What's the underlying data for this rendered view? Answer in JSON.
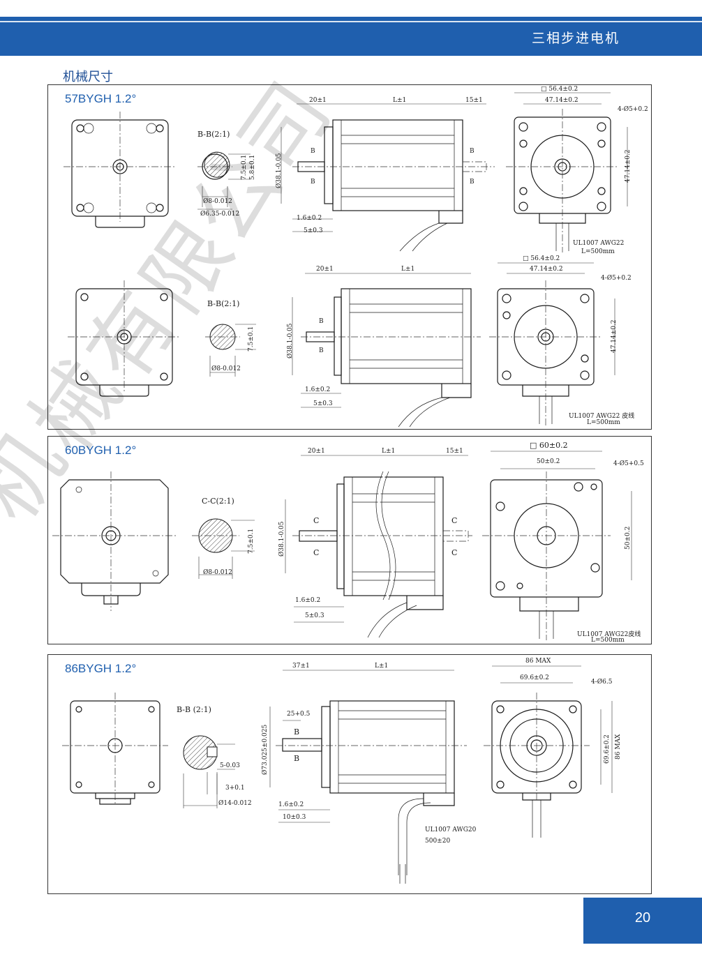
{
  "header": {
    "title": "三相步进电机"
  },
  "section": {
    "heading": "机械尺寸"
  },
  "watermark": [
    "机",
    "械",
    "有",
    "限",
    "公",
    "司"
  ],
  "page": {
    "number": "20"
  },
  "panels": [
    {
      "title": "57BYGH 1.2°",
      "labels": {
        "bb1": "B-B(2:1)",
        "bb2": "B-B(2:1)",
        "d1_7_5": "7.5±0.1",
        "d1_5_8": "5.8±0.1",
        "d1_8": "Ø8-0.012",
        "d1_635": "Ø6.35-0.012",
        "d2_7_5": "7.5±0.1",
        "d2_8": "Ø8-0.012",
        "s1_20": "20±1",
        "s1_L": "L±1",
        "s1_15": "15±1",
        "s1_dia": "Ø38.1-0.05",
        "s1_16": "1.6±0.2",
        "s1_5": "5±0.3",
        "s1_B": "B",
        "s2_20": "20±1",
        "s2_L": "L±1",
        "s2_dia": "Ø38.1-0.05",
        "s2_16": "1.6±0.2",
        "s2_5": "5±0.3",
        "s2_B": "B",
        "f1_sq": "□ 56.4±0.2",
        "f1_47": "47.14±0.2",
        "f1_47v": "47.14±0.2",
        "f1_holes": "4-Ø5+0.2",
        "f1_cable": "UL1007 AWG22",
        "f1_len": "L=500mm",
        "f2_sq": "□ 56.4±0.2",
        "f2_47": "47.14±0.2",
        "f2_47v": "47.14±0.2",
        "f2_holes": "4-Ø5+0.2",
        "f2_cable": "UL1007 AWG22 皮线",
        "f2_len": "L=500mm"
      }
    },
    {
      "title": "60BYGH 1.2°",
      "labels": {
        "cc": "C-C(2:1)",
        "d_7_5": "7.5±0.1",
        "d_8": "Ø8-0.012",
        "s_20": "20±1",
        "s_L": "L±1",
        "s_15": "15±1",
        "s_dia": "Ø38.1-0.05",
        "s_16": "1.6±0.2",
        "s_5": "5±0.3",
        "s_C": "C",
        "f_sq": "□ 60±0.2",
        "f_50": "50±0.2",
        "f_50v": "50±0.2",
        "f_holes": "4-Ø5+0.5",
        "f_cable": "UL1007 AWG22皮线",
        "f_len": "L=500mm"
      }
    },
    {
      "title": "86BYGH 1.2°",
      "labels": {
        "bb": "B-B (2:1)",
        "d_5": "5-0.03",
        "d_3": "3+0.1",
        "d_14": "Ø14-0.012",
        "s_37": "37±1",
        "s_L": "L±1",
        "s_25": "25+0.5",
        "s_dia": "Ø73.025±0.025",
        "s_16": "1.6±0.2",
        "s_10": "10±0.3",
        "s_B": "B",
        "s_cable": "UL1007 AWG20",
        "s_len": "500±20",
        "f_86": "86 MAX",
        "f_69": "69.6±0.2",
        "f_holes": "4-Ø6.5",
        "f_69v": "69.6±0.2",
        "f_86v": "86 MAX"
      }
    }
  ]
}
